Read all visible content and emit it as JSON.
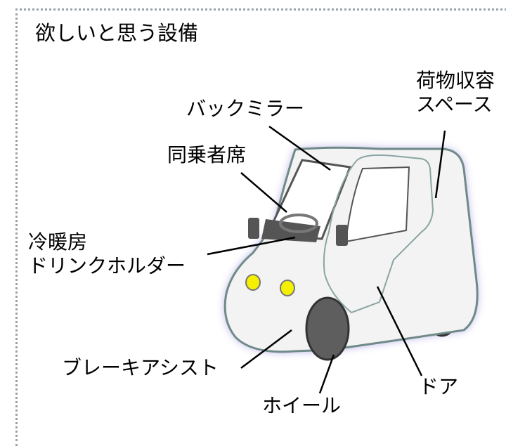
{
  "title": "欲しいと思う設備",
  "labels": {
    "luggage_line1": "荷物収容",
    "luggage_line2": "スペース",
    "mirror": "バックミラー",
    "passenger_seat": "同乗者席",
    "aircon_line1": "冷暖房",
    "aircon_line2": "ドリンクホルダー",
    "brake_assist": "ブレーキアシスト",
    "wheel": "ホイール",
    "door": "ドア"
  }
}
